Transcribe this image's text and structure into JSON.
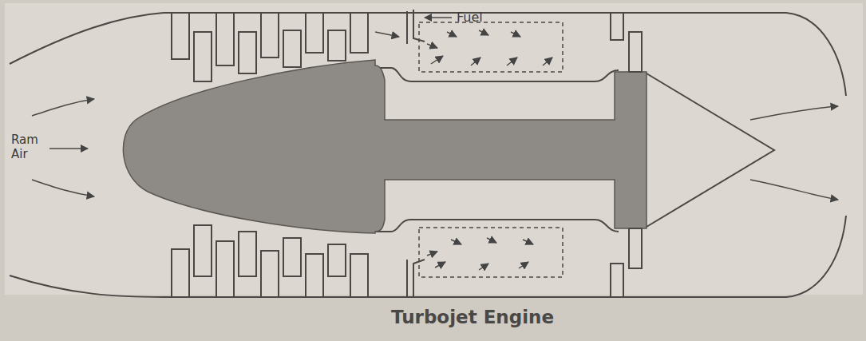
{
  "diagram": {
    "caption": "Turbojet Engine",
    "labels": [
      "Fuel",
      "Ram Air"
    ]
  }
}
